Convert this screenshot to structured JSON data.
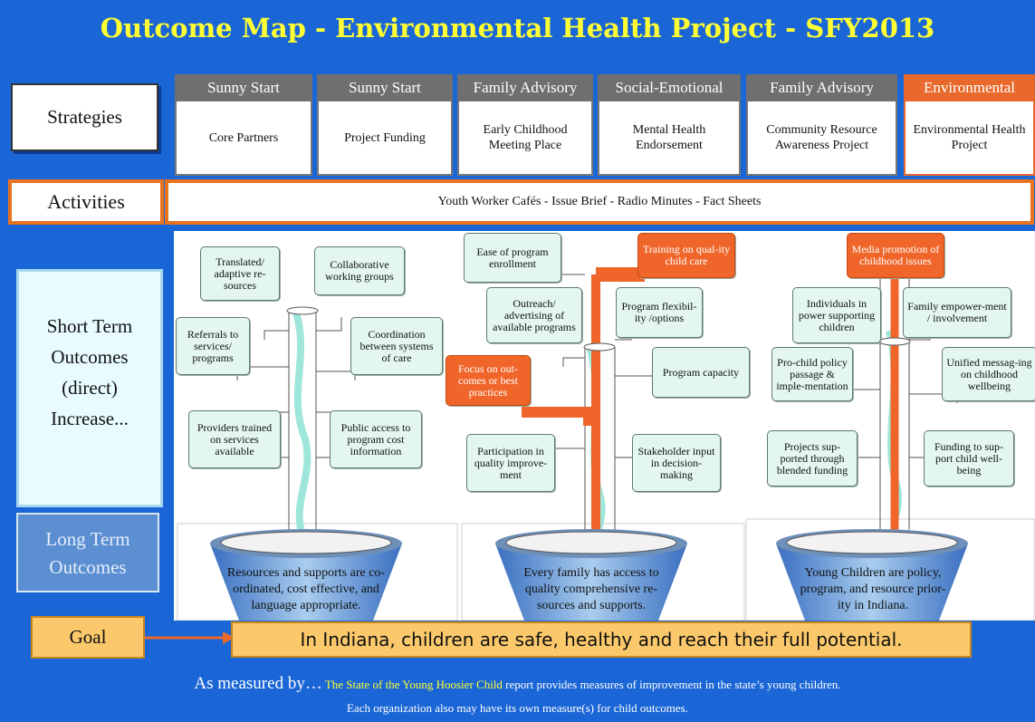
{
  "title": "Outcome Map - Environmental Health Project - SFY2013",
  "labels": {
    "strategies": "Strategies",
    "activities": "Activities",
    "short_term": [
      "Short Term",
      "Outcomes",
      "(direct)",
      "Increase..."
    ],
    "long_term": [
      "Long Term",
      "Outcomes"
    ],
    "goal": "Goal"
  },
  "strategies": [
    {
      "header": "Sunny Start",
      "body": "Core Partners"
    },
    {
      "header": "Sunny Start",
      "body": "Project Funding"
    },
    {
      "header": "Family Advisory",
      "body": "Early Childhood Meeting Place"
    },
    {
      "header": "Social-Emotional",
      "body": "Mental Health Endorsement"
    },
    {
      "header": "Family Advisory",
      "body": "Community Resource Awareness Project"
    },
    {
      "header": "Environmental",
      "body": "Environmental Health Project"
    }
  ],
  "activities": "Youth Worker Cafés - Issue Brief - Radio Minutes - Fact Sheets",
  "trees": [
    {
      "outcomes": [
        "Translated/ adaptive re-sources",
        "Collaborative working groups",
        "Referrals to services/ programs",
        "Coordination between systems of care",
        "Providers trained on services available",
        "Public access to program cost information"
      ],
      "long_term": "Resources and supports are co-ordinated, cost effective, and language appropriate."
    },
    {
      "outcomes": [
        "Ease of program enrollment",
        "Training on qual-ity child care",
        "Outreach/ advertising of available programs",
        "Program flexibil-ity /options",
        "Focus on out-comes or best practices",
        "Program capacity",
        "Participation in quality improve-ment",
        "Stakeholder input in decision-making"
      ],
      "long_term": "Every family has access to quality comprehensive re-sources and supports."
    },
    {
      "outcomes": [
        "Media promotion of childhood issues",
        "Individuals in power supporting children",
        "Family empower-ment / involvement",
        "Pro-child policy passage & imple-mentation",
        "Unified messag-ing on childhood wellbeing",
        "Projects sup-ported through blended funding",
        "Funding to sup-port child well-being"
      ],
      "long_term": "Young Children are policy, program, and resource prior-ity in Indiana."
    }
  ],
  "goal": "In Indiana, children are safe, healthy and reach their full potential.",
  "measured": {
    "prefix": "As measured by…",
    "report": "The State of the Young Hoosier Child",
    "rest": " report provides measures of improvement in the state’s young children.",
    "line2": "Each organization also may have its own measure(s) for child outcomes."
  },
  "colors": {
    "background": "#1a66d6",
    "title": "#ffff33",
    "accent": "#e8692b",
    "goal": "#fbc96b",
    "outcome_box": "#e3f7ef"
  }
}
